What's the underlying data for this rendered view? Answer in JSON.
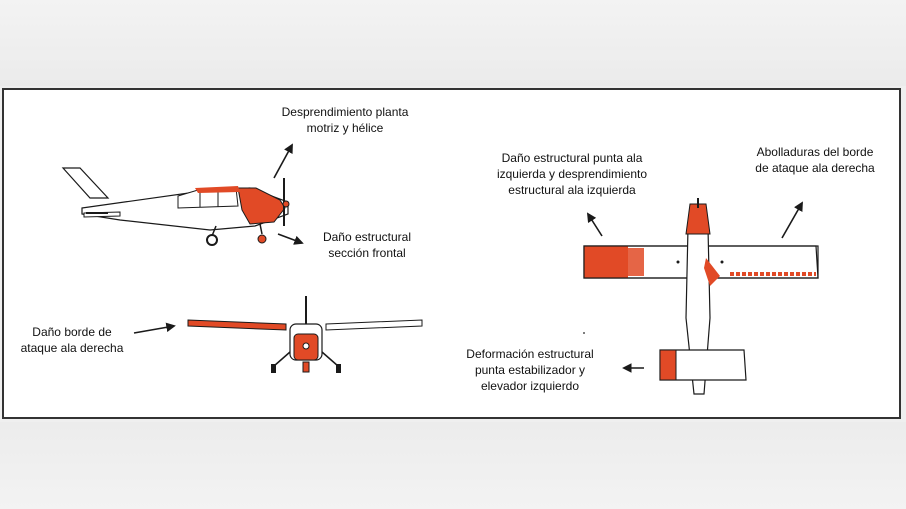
{
  "colors": {
    "damage": "#e14a26",
    "outline": "#1a1a1a",
    "frame": "#333333"
  },
  "labels": {
    "engine": [
      "Desprendimiento planta",
      "motriz y hélice"
    ],
    "front": [
      "Daño estructural",
      "sección frontal"
    ],
    "leading_edge_front": [
      "Daño borde de",
      "ataque ala derecha"
    ],
    "left_wing": [
      "Daño estructural punta ala",
      "izquierda y desprendimiento",
      "estructural ala izquierda"
    ],
    "right_wing": [
      "Abolladuras del borde",
      "de ataque ala derecha"
    ],
    "stabilizer": [
      "Deformación estructural",
      "punta estabilizador y",
      "elevador izquierdo"
    ]
  }
}
